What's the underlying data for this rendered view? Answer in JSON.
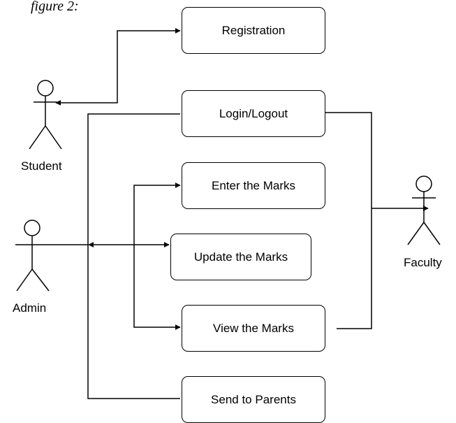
{
  "caption": "figure 2:",
  "actors": {
    "student": "Student",
    "admin": "Admin",
    "faculty": "Faculty"
  },
  "use_cases": {
    "registration": "Registration",
    "login": "Login/Logout",
    "enter": "Enter the Marks",
    "update": "Update the Marks",
    "view": "View the Marks",
    "send": "Send to Parents"
  }
}
